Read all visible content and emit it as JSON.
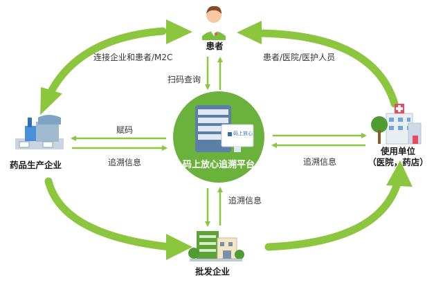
{
  "nodes": {
    "patient": "患者",
    "manufacturer": "药品生产企业",
    "user_unit_line1": "使用单位",
    "user_unit_line2": "（医院，药店）",
    "wholesaler": "批发企业",
    "platform": "码上放心追溯平台",
    "platform_screen_text": "码上放心"
  },
  "edges": {
    "top_left": "连接企业和患者/M2C",
    "top_right": "患者/医院/医护人员",
    "scan": "扫码查询",
    "assign_code": "赋码",
    "trace_left": "追溯信息",
    "trace_right": "追溯信息",
    "trace_bottom": "追溯信息"
  },
  "colors": {
    "green_light": "#8cc63f",
    "green_dark": "#5fa82e",
    "platform_circle": "#6ab23b"
  }
}
